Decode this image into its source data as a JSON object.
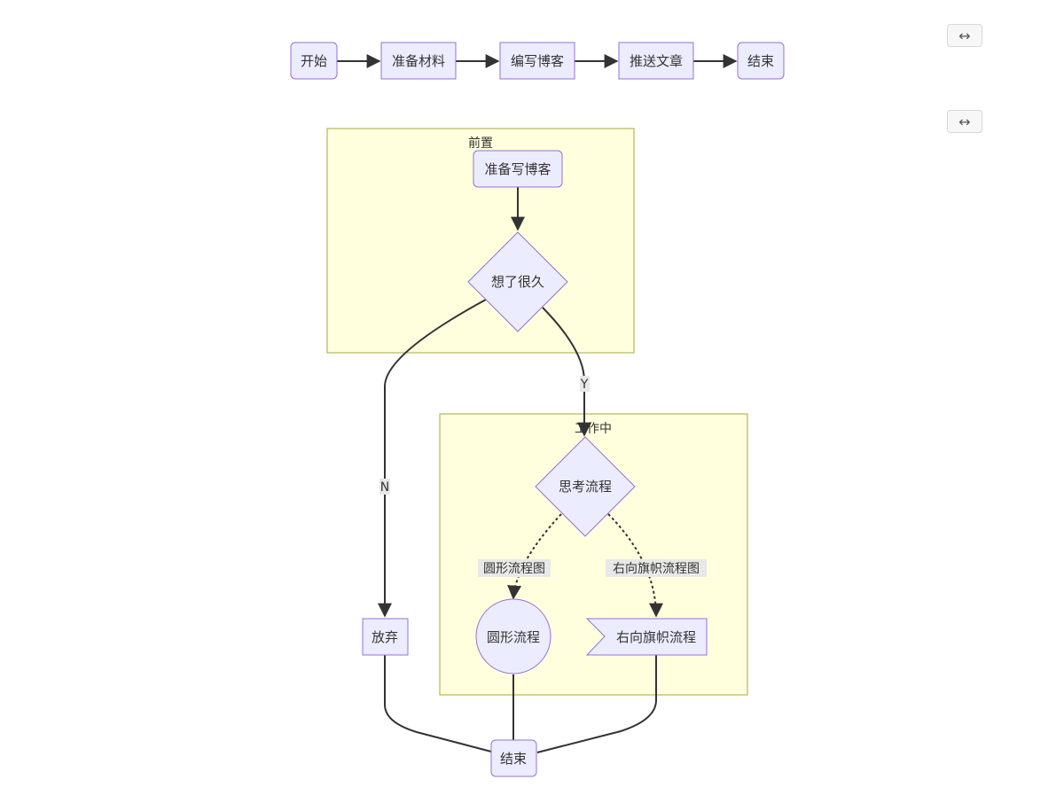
{
  "toolbar": {
    "expand_icon": "↔",
    "expand_icon_name": "expand-horizontal-icon"
  },
  "flow1": {
    "nodes": [
      "开始",
      "准备材料",
      "编写博客",
      "推送文章",
      "结束"
    ]
  },
  "flow2": {
    "clusters": {
      "prep": "前置",
      "working": "工作中"
    },
    "nodes": {
      "prepare": "准备写博客",
      "think_long": "想了很久",
      "think_process": "思考流程",
      "give_up": "放弃",
      "circle": "圆形流程",
      "flag": "右向旗帜流程",
      "end": "结束"
    },
    "edge_labels": {
      "yes": "Y",
      "no": "N",
      "circle_chart": "圆形流程图",
      "flag_chart": "右向旗帜流程图"
    }
  },
  "colors": {
    "node_fill": "#ECECFF",
    "node_stroke": "#9370DB",
    "cluster_fill": "#FFFFDE",
    "cluster_stroke": "#AAAA33",
    "edge": "#333333",
    "label_bg": "#E8E8E8"
  }
}
